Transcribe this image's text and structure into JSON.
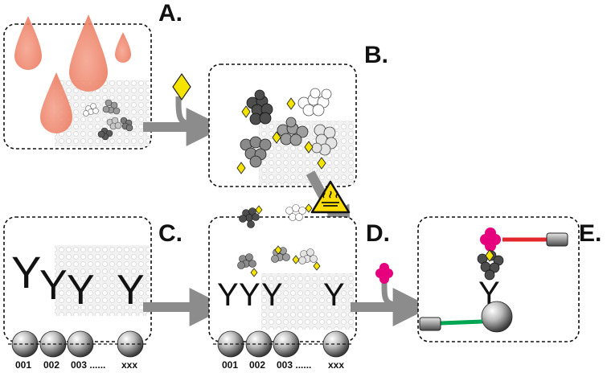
{
  "panels": {
    "A": {
      "label": "A."
    },
    "B": {
      "label": "B."
    },
    "C": {
      "label": "C."
    },
    "D": {
      "label": "D."
    },
    "E": {
      "label": "E."
    }
  },
  "bead_labels": {
    "C": [
      "001",
      "002",
      "003 ......",
      "xxx"
    ],
    "D": [
      "001",
      "002",
      "003 ......",
      "xxx"
    ]
  },
  "antibody_glyph": "Y",
  "colors": {
    "blood": "#f08a72",
    "tag_yellow": "#f5e400",
    "probe_magenta": "#e6007e",
    "linker_red": "#e3262b",
    "linker_green": "#00a651",
    "arrow_gray": "#8c8c8c",
    "warning_yellow": "#ffdd00"
  }
}
